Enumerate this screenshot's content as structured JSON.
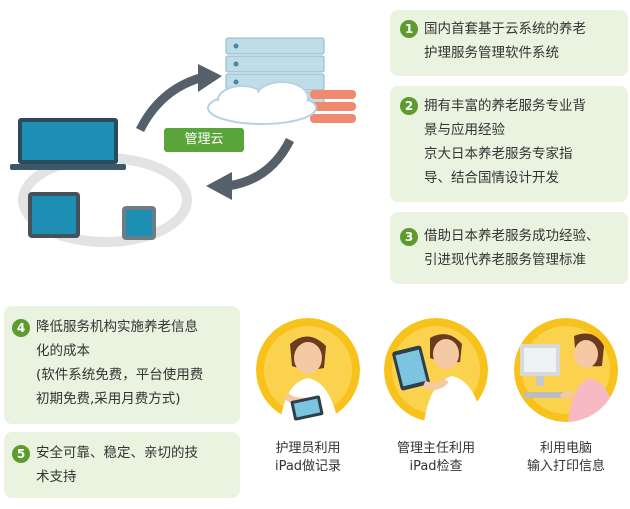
{
  "diagram": {
    "cloud_label": "管理云"
  },
  "features": [
    {
      "num": "1",
      "lines": [
        "国内首套基于云系统的养老",
        "护理服务管理软件系统"
      ]
    },
    {
      "num": "2",
      "lines": [
        "拥有丰富的养老服务专业背",
        "景与应用经验",
        "京大日本养老服务专家指",
        "导、结合国情设计开发"
      ]
    },
    {
      "num": "3",
      "lines": [
        "借助日本养老服务成功经验、",
        "引进现代养老服务管理标准"
      ]
    },
    {
      "num": "4",
      "lines": [
        "降低服务机构实施养老信息",
        "化的成本",
        "(软件系统免费，平台使用费",
        "初期免费,采用月费方式)"
      ]
    },
    {
      "num": "5",
      "lines": [
        "安全可靠、稳定、亲切的技",
        "术支持"
      ]
    }
  ],
  "usages": [
    {
      "lines": [
        "护理员利用",
        "iPad做记录"
      ],
      "icon": "nurse-with-ipad"
    },
    {
      "lines": [
        "管理主任利用",
        "iPad检查"
      ],
      "icon": "manager-with-ipad"
    },
    {
      "lines": [
        "利用电脑",
        "输入打印信息"
      ],
      "icon": "woman-at-computer"
    }
  ],
  "colors": {
    "box_bg": "#eaf3df",
    "number_badge": "#5e9b2e",
    "cloud_label_bg": "#5aa53a",
    "circle_bg": "#f7c21b",
    "arrow": "#56606a",
    "server": "#9fc7d6"
  }
}
